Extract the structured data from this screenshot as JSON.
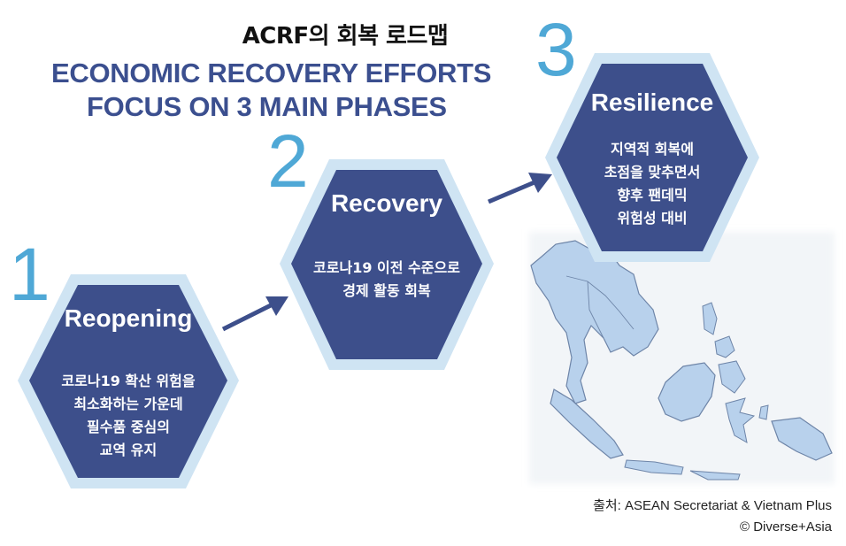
{
  "title": "ACRF의 회복 로드맵",
  "headline": {
    "line1": "ECONOMIC RECOVERY EFFORTS",
    "line2": "FOCUS ON 3 MAIN PHASES"
  },
  "phases": [
    {
      "number": "1",
      "name": "Reopening",
      "description": [
        "코로나19 확산 위험을",
        "최소화하는 가운데",
        "필수품 중심의",
        "교역 유지"
      ]
    },
    {
      "number": "2",
      "name": "Recovery",
      "description": [
        "코로나19 이전 수준으로",
        "경제 활동 회복"
      ]
    },
    {
      "number": "3",
      "name": "Resilience",
      "description": [
        "지역적 회복에",
        "초점을 맞추면서",
        "향후 팬데믹",
        "위험성 대비"
      ]
    }
  ],
  "source": "출처: ASEAN Secretariat & Vietnam Plus",
  "copyright": "© Diverse+Asia",
  "colors": {
    "hex_fill": "#3d4f8b",
    "hex_border": "#cfe4f3",
    "number": "#4fa8d6",
    "headline": "#3b4f8f",
    "map_fill": "#b8d1ec"
  }
}
